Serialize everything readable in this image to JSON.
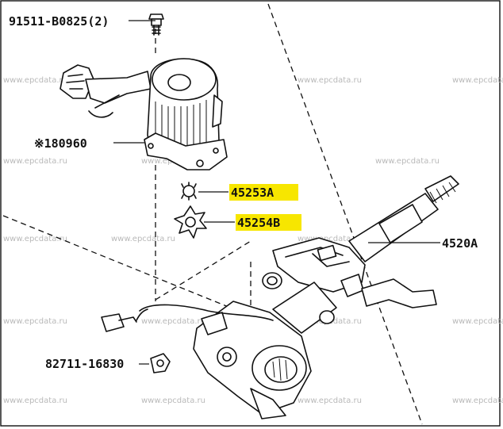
{
  "diagram": {
    "labels": {
      "bolt": "91511-B0825(2)",
      "motor": "※180960",
      "gear_small": "45253A",
      "gear_star": "45254B",
      "column": "4520A",
      "clamp": "82711-16830"
    },
    "highlight_color": "#f7e600",
    "watermark": "www.epcdata.ru"
  }
}
